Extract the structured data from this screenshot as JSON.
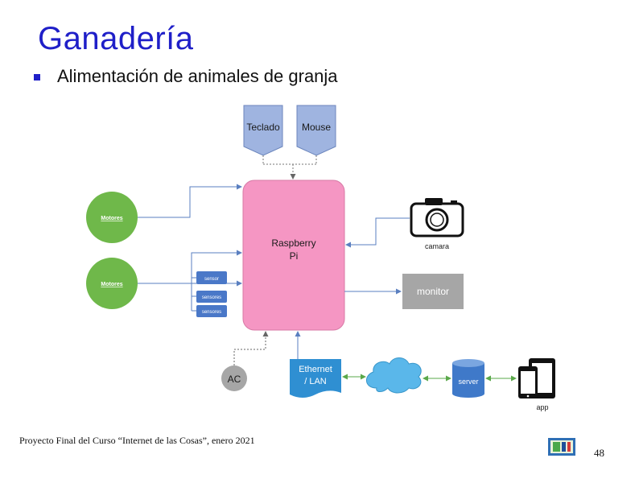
{
  "slide": {
    "title": "Ganadería",
    "bullet": "Alimentación de animales de granja",
    "footer": "Proyecto Final del Curso “Internet de las Cosas”, enero 2021",
    "page_number": "48"
  },
  "diagram": {
    "keyboard": "Teclado",
    "mouse": "Mouse",
    "pi_line1": "Raspberry",
    "pi_line2": "Pi",
    "motor1": "Motores",
    "motor2": "Motores",
    "sensor1": "sensor",
    "sensor2": "sensores",
    "sensor3": "sensores",
    "camera": "camara",
    "monitor": "monitor",
    "ac": "AC",
    "ethernet_line1": "Ethernet",
    "ethernet_line2": "/ LAN",
    "server": "server",
    "app": "app"
  },
  "colors": {
    "title": "#1f1fc8",
    "pi": "#f596c3",
    "peripheral": "#9fb4e0",
    "motor": "#6fb84a",
    "sensor": "#4a78c8",
    "monitor": "#a6a6a6",
    "ethernet": "#2f8fd2",
    "cloud": "#5ab7ea",
    "server": "#3f79c9"
  }
}
